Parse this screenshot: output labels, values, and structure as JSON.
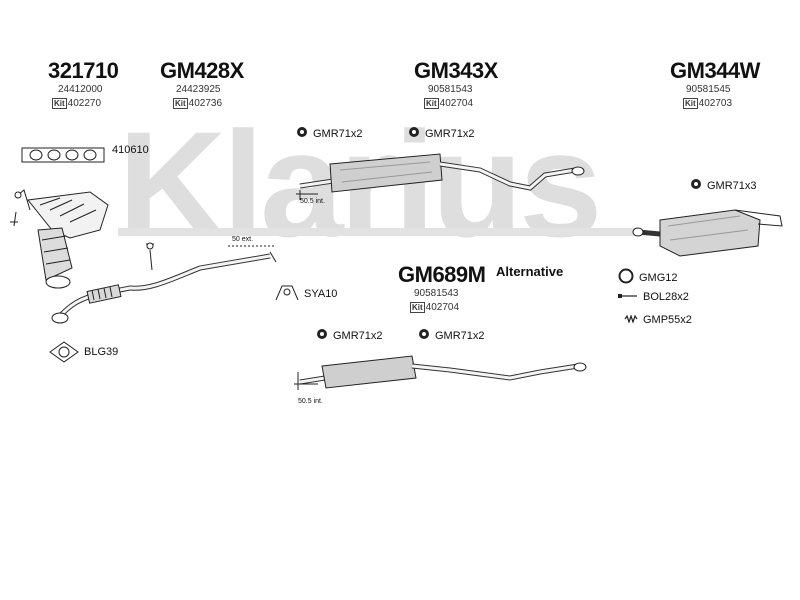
{
  "brand": {
    "watermark": "Klarius",
    "watermark_color": "#d9d9d9"
  },
  "assemblies": [
    {
      "code": "321710",
      "oem": "24412000",
      "kit": "402270"
    },
    {
      "code": "GM428X",
      "oem": "24423925",
      "kit": "402736"
    },
    {
      "code": "GM343X",
      "oem": "90581543",
      "kit": "402704"
    },
    {
      "code": "GM344W",
      "oem": "90581545",
      "kit": "402703"
    },
    {
      "code": "GM689M",
      "oem": "90581543",
      "kit": "402704"
    }
  ],
  "kit_tag": "Kit",
  "alternative_label": "Alternative",
  "fittings": {
    "gasket_410610": "410610",
    "blg39": "BLG39",
    "sya10": "SYA10",
    "gmr_343_a": "GMR71x2",
    "gmr_343_b": "GMR71x2",
    "gmr_344": "GMR71x3",
    "gmr_689_a": "GMR71x2",
    "gmr_689_b": "GMR71x2",
    "gmg12": "GMG12",
    "bol28": "BOL28x2",
    "gmp55": "GMP55x2"
  },
  "dimensions": {
    "ext_50": "50 ext.",
    "int_505_a": "50.5 int.",
    "int_505_b": "50.5 int."
  },
  "icons": {
    "clamp": "clamp-icon",
    "ring": "ring-icon",
    "bolt": "bolt-icon",
    "spring": "spring-icon",
    "gasket": "gasket-icon",
    "hanger": "hanger-icon"
  }
}
